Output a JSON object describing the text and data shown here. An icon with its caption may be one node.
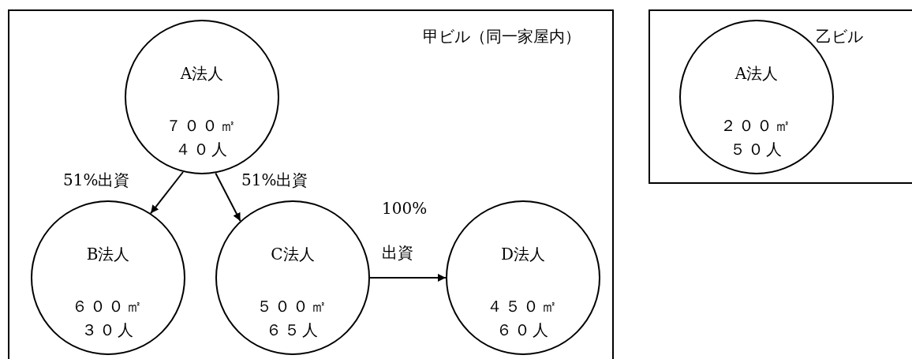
{
  "diagram": {
    "nodes": [
      {
        "text": [
          "甲ビル（同一家屋内）"
        ]
      },
      {
        "text": [
          "A法人",
          "７００㎡",
          "４０人"
        ],
        "in": 0
      },
      {
        "text": [
          "B法人",
          "６００㎡",
          "３０人"
        ],
        "in": 0
      },
      {
        "text": [
          "C法人",
          "５００㎡",
          "６５人"
        ],
        "in": 0
      },
      {
        "text": [
          "D法人",
          "４５０㎡",
          "６０人"
        ],
        "in": 0
      },
      {
        "text": [
          "乙ビル"
        ]
      },
      {
        "text": [
          "A法人",
          "２００㎡",
          "５０人"
        ],
        "in": 5
      }
    ],
    "edges": [
      {
        "from": 1,
        "to": 2,
        "arrow": "to",
        "label": "51%出資"
      },
      {
        "from": 1,
        "to": 3,
        "arrow": "to",
        "label": "51%出資"
      },
      {
        "from": 3,
        "to": 4,
        "arrow": "to",
        "label": "100%出資"
      }
    ]
  }
}
